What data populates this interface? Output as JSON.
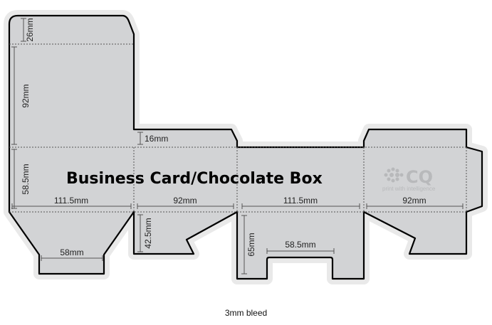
{
  "title": "Business Card/Chocolate Box",
  "caption": "3mm bleed",
  "logo": {
    "text": "CQ",
    "tagline": "print with intelligence"
  },
  "dimensions": {
    "top_flap": "26mm",
    "lid": "92mm",
    "side_height": "58.5mm",
    "panel1_width": "111.5mm",
    "panel2_width": "92mm",
    "panel3_width": "111.5mm",
    "panel4_width": "92mm",
    "tuck_tab": "16mm",
    "bottom_flap_width": "58mm",
    "dust_flap": "42.5mm",
    "base_flap": "65mm",
    "base_notch": "58.5mm"
  },
  "colors": {
    "panel": "#d2d3d5",
    "bleed": "#e9e9e9",
    "cut": "#000000",
    "fold": "#555555"
  }
}
